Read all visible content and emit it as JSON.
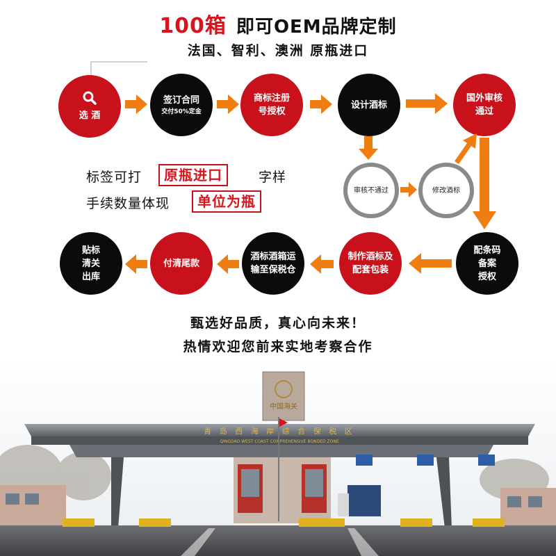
{
  "header": {
    "count": "100箱",
    "headline": "即可OEM品牌定制",
    "subline": "法国、智利、澳洲 原瓶进口"
  },
  "steps": {
    "select_wine": "选 酒",
    "sign_contract": "签订合同",
    "deposit": "交付50%定金",
    "trademark_line1": "商标注册",
    "trademark_line2": "号授权",
    "design_label": "设计酒标",
    "foreign_review_line1": "国外审核",
    "foreign_review_line2": "通过",
    "review_failed": "审核不通过",
    "modify_label": "修改酒标",
    "barcode_line1": "配条码",
    "barcode_line2": "备案",
    "barcode_line3": "授权",
    "make_label_line1": "制作酒标及",
    "make_label_line2": "配套包装",
    "ship_line1": "酒标酒箱运",
    "ship_line2": "输至保税仓",
    "final_payment": "付清尾款",
    "customs_line1": "贴标",
    "customs_line2": "清关",
    "customs_line3": "出库"
  },
  "notes": {
    "label_prefix": "标签可打",
    "label_boxed": "原瓶进口",
    "label_suffix": "字样",
    "unit_prefix": "手续数量体现",
    "unit_boxed": "单位为瓶"
  },
  "slogan": {
    "line1": "甄选好品质，真心向未来！",
    "line2": "热情欢迎您前来实地考察合作"
  },
  "photo": {
    "canopy_text": "青 岛 西 海 岸 综 合 保 税 区",
    "canopy_subtext": "QINGDAO WEST COAST COMPREHENSIVE BONDED ZONE",
    "tower_text": "中国海关"
  },
  "colors": {
    "red": "#c8111b",
    "black": "#0b0b0b",
    "arrow_orange": "#f07d12",
    "ring_gray": "#8a8a8a"
  },
  "icons": {
    "search": "search-icon",
    "arrow": "arrow-icon"
  }
}
